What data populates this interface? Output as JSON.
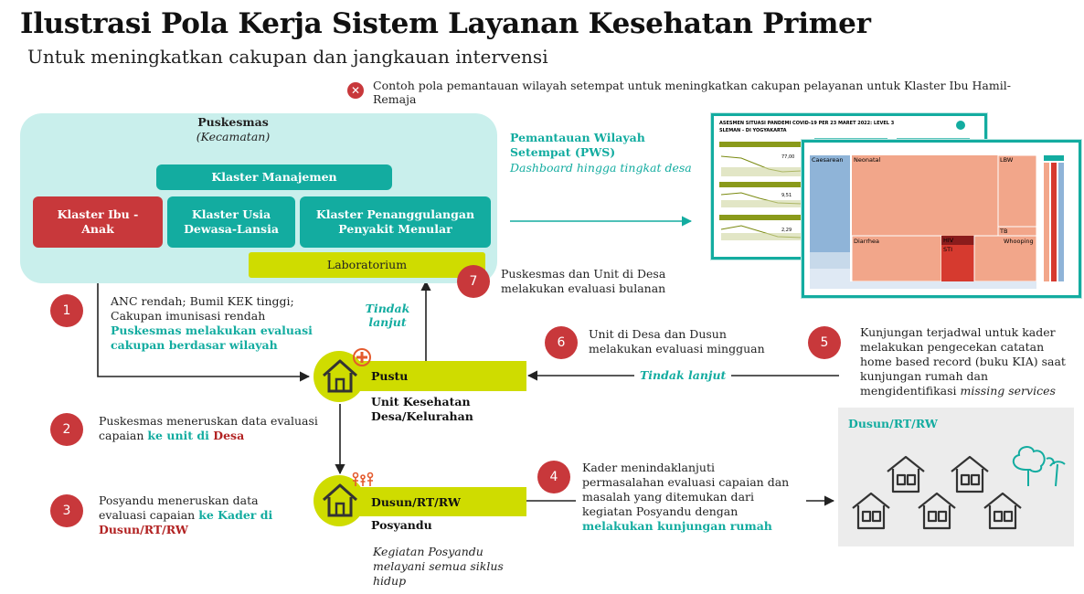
{
  "title": "Ilustrasi Pola Kerja Sistem Layanan Kesehatan Primer",
  "subtitle": "Untuk meningkatkan cakupan dan jangkauan intervensi",
  "note": {
    "icon": "close-icon",
    "text": "Contoh pola pemantauan wilayah setempat untuk meningkatkan cakupan pelayanan untuk Klaster Ibu Hamil-Remaja"
  },
  "puskesmas": {
    "title": "Puskesmas",
    "subtitle": "(Kecamatan)",
    "klaster_manajemen": "Klaster Manajemen",
    "klaster_ibu": "Klaster Ibu - Anak",
    "klaster_usia": "Klaster Usia Dewasa-Lansia",
    "klaster_penanggulangan": "Klaster Penanggulangan Penyakit Menular",
    "laboratorium": "Laboratorium"
  },
  "pws": {
    "title_line1": "Pemantauan Wilayah",
    "title_line2": "Setempat (PWS)",
    "subtitle": "Dashboard hingga tingkat desa"
  },
  "steps": {
    "s1": {
      "num": "1",
      "line1": "ANC rendah; Bumil KEK tinggi;",
      "line2": "Cakupan imunisasi rendah",
      "hl_line1": "Puskesmas melakukan evaluasi",
      "hl_line2": "cakupan berdasar wilayah"
    },
    "s2": {
      "num": "2",
      "line1": "Puskesmas meneruskan data evaluasi",
      "line2_pre": "capaian ",
      "line2_teal": "ke unit di ",
      "line2_red": "Desa"
    },
    "s3": {
      "num": "3",
      "line1": "Posyandu meneruskan data",
      "line2_pre": "evaluasi capaian ",
      "line2_teal": "ke Kader di",
      "line3_red": "Dusun/RT/RW"
    },
    "s4": {
      "num": "4",
      "line1": "Kader menindaklanjuti",
      "line2": "permasalahan evaluasi capaian dan",
      "line3": "masalah yang ditemukan dari",
      "line4": "kegiatan Posyandu dengan",
      "hl": "melakukan kunjungan rumah"
    },
    "s5": {
      "num": "5",
      "line1": "Kunjungan terjadwal untuk kader",
      "line2": "melakukan pengecekan catatan",
      "line3": "home based record (buku KIA) saat",
      "line4": "kunjungan rumah dan",
      "line5_pre": "mengidentifikasi ",
      "line5_italic": "missing services"
    },
    "s6": {
      "num": "6",
      "line1": "Unit di Desa dan Dusun",
      "line2": "melakukan evaluasi mingguan"
    },
    "s7": {
      "num": "7",
      "line1": "Puskesmas dan Unit di Desa",
      "line2": "melakukan evaluasi bulanan"
    }
  },
  "tindak_lanjut_1": "Tindak",
  "tindak_lanjut_2": "lanjut",
  "tindak_lanjut_h": "Tindak lanjut",
  "pustu": {
    "label": "Pustu",
    "sub1": "Unit Kesehatan",
    "sub2": "Desa/Kelurahan"
  },
  "posyandu": {
    "label": "Dusun/RT/RW",
    "sub": "Posyandu",
    "italic1": "Kegiatan Posyandu",
    "italic2": "melayani semua siklus",
    "italic3": "hidup"
  },
  "dusun_panel": {
    "title": "Dusun/RT/RW"
  },
  "dashboard": {
    "header": "ASESMEN SITUASI PANDEMI COVID-19 PER 23 MARET 2022: LEVEL 3",
    "region": "SLEMAN - DI YOGYAKARTA",
    "v1": "77,00",
    "v2": "9,51",
    "v3": "2,29",
    "cells": [
      "Caesarean",
      "Neonatal",
      "LBW",
      "Diarrhea",
      "HIV",
      "STI",
      "Whooping",
      "TB"
    ]
  },
  "colors": {
    "teal": "#13aca0",
    "red": "#c8383b",
    "lime": "#cfdc00",
    "mint": "#c9efec"
  }
}
